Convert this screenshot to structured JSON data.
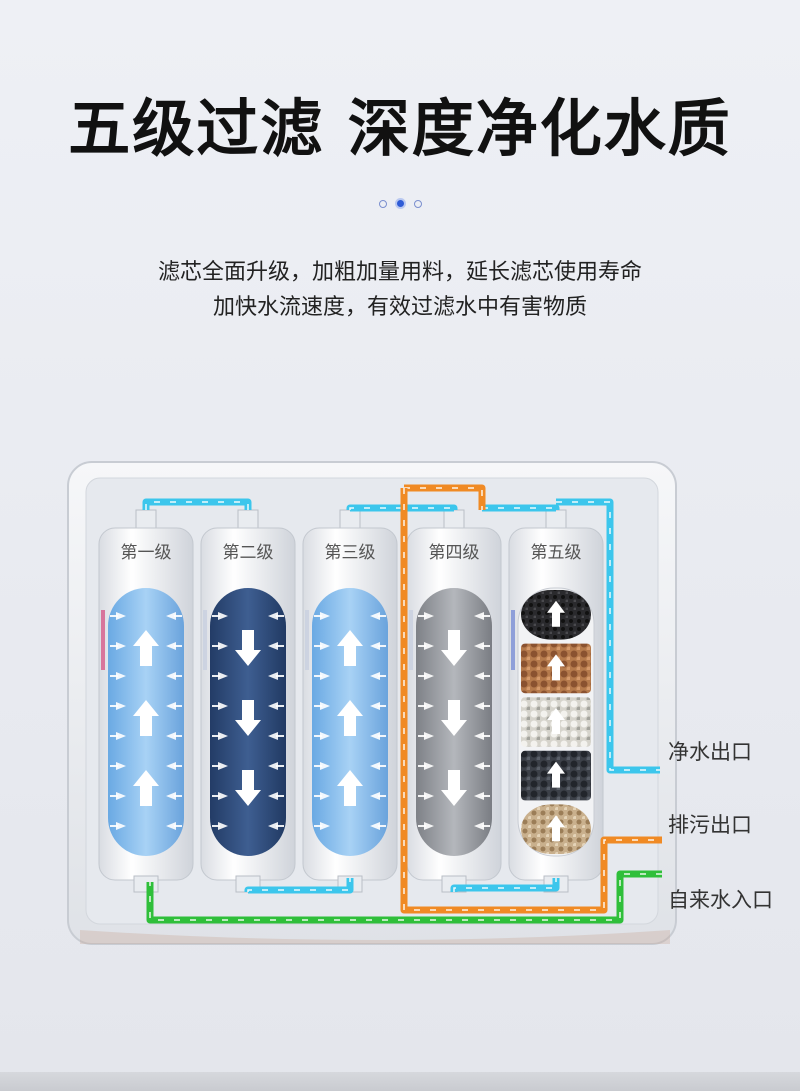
{
  "headline": "五级过滤 深度净化水质",
  "carousel": {
    "count": 3,
    "active": 1
  },
  "subtitle": {
    "line1": "滤芯全面升级，加粗加量用料，延长滤芯使用寿命",
    "line2": "加快水流速度，有效过滤水中有害物质"
  },
  "filters": [
    {
      "label": "第一级",
      "media": "light-blue",
      "flow": "up"
    },
    {
      "label": "第二级",
      "media": "navy",
      "flow": "down"
    },
    {
      "label": "第三级",
      "media": "light-blue",
      "flow": "up"
    },
    {
      "label": "第四级",
      "media": "gray",
      "flow": "down"
    },
    {
      "label": "第五级",
      "media": "granules",
      "flow": "up"
    }
  ],
  "callouts": {
    "clean_out": "净水出口",
    "waste_out": "排污出口",
    "tap_in": "自来水入口"
  },
  "colors": {
    "clean": "#3cc6ec",
    "waste": "#f08a24",
    "tap": "#2fbf3a"
  }
}
